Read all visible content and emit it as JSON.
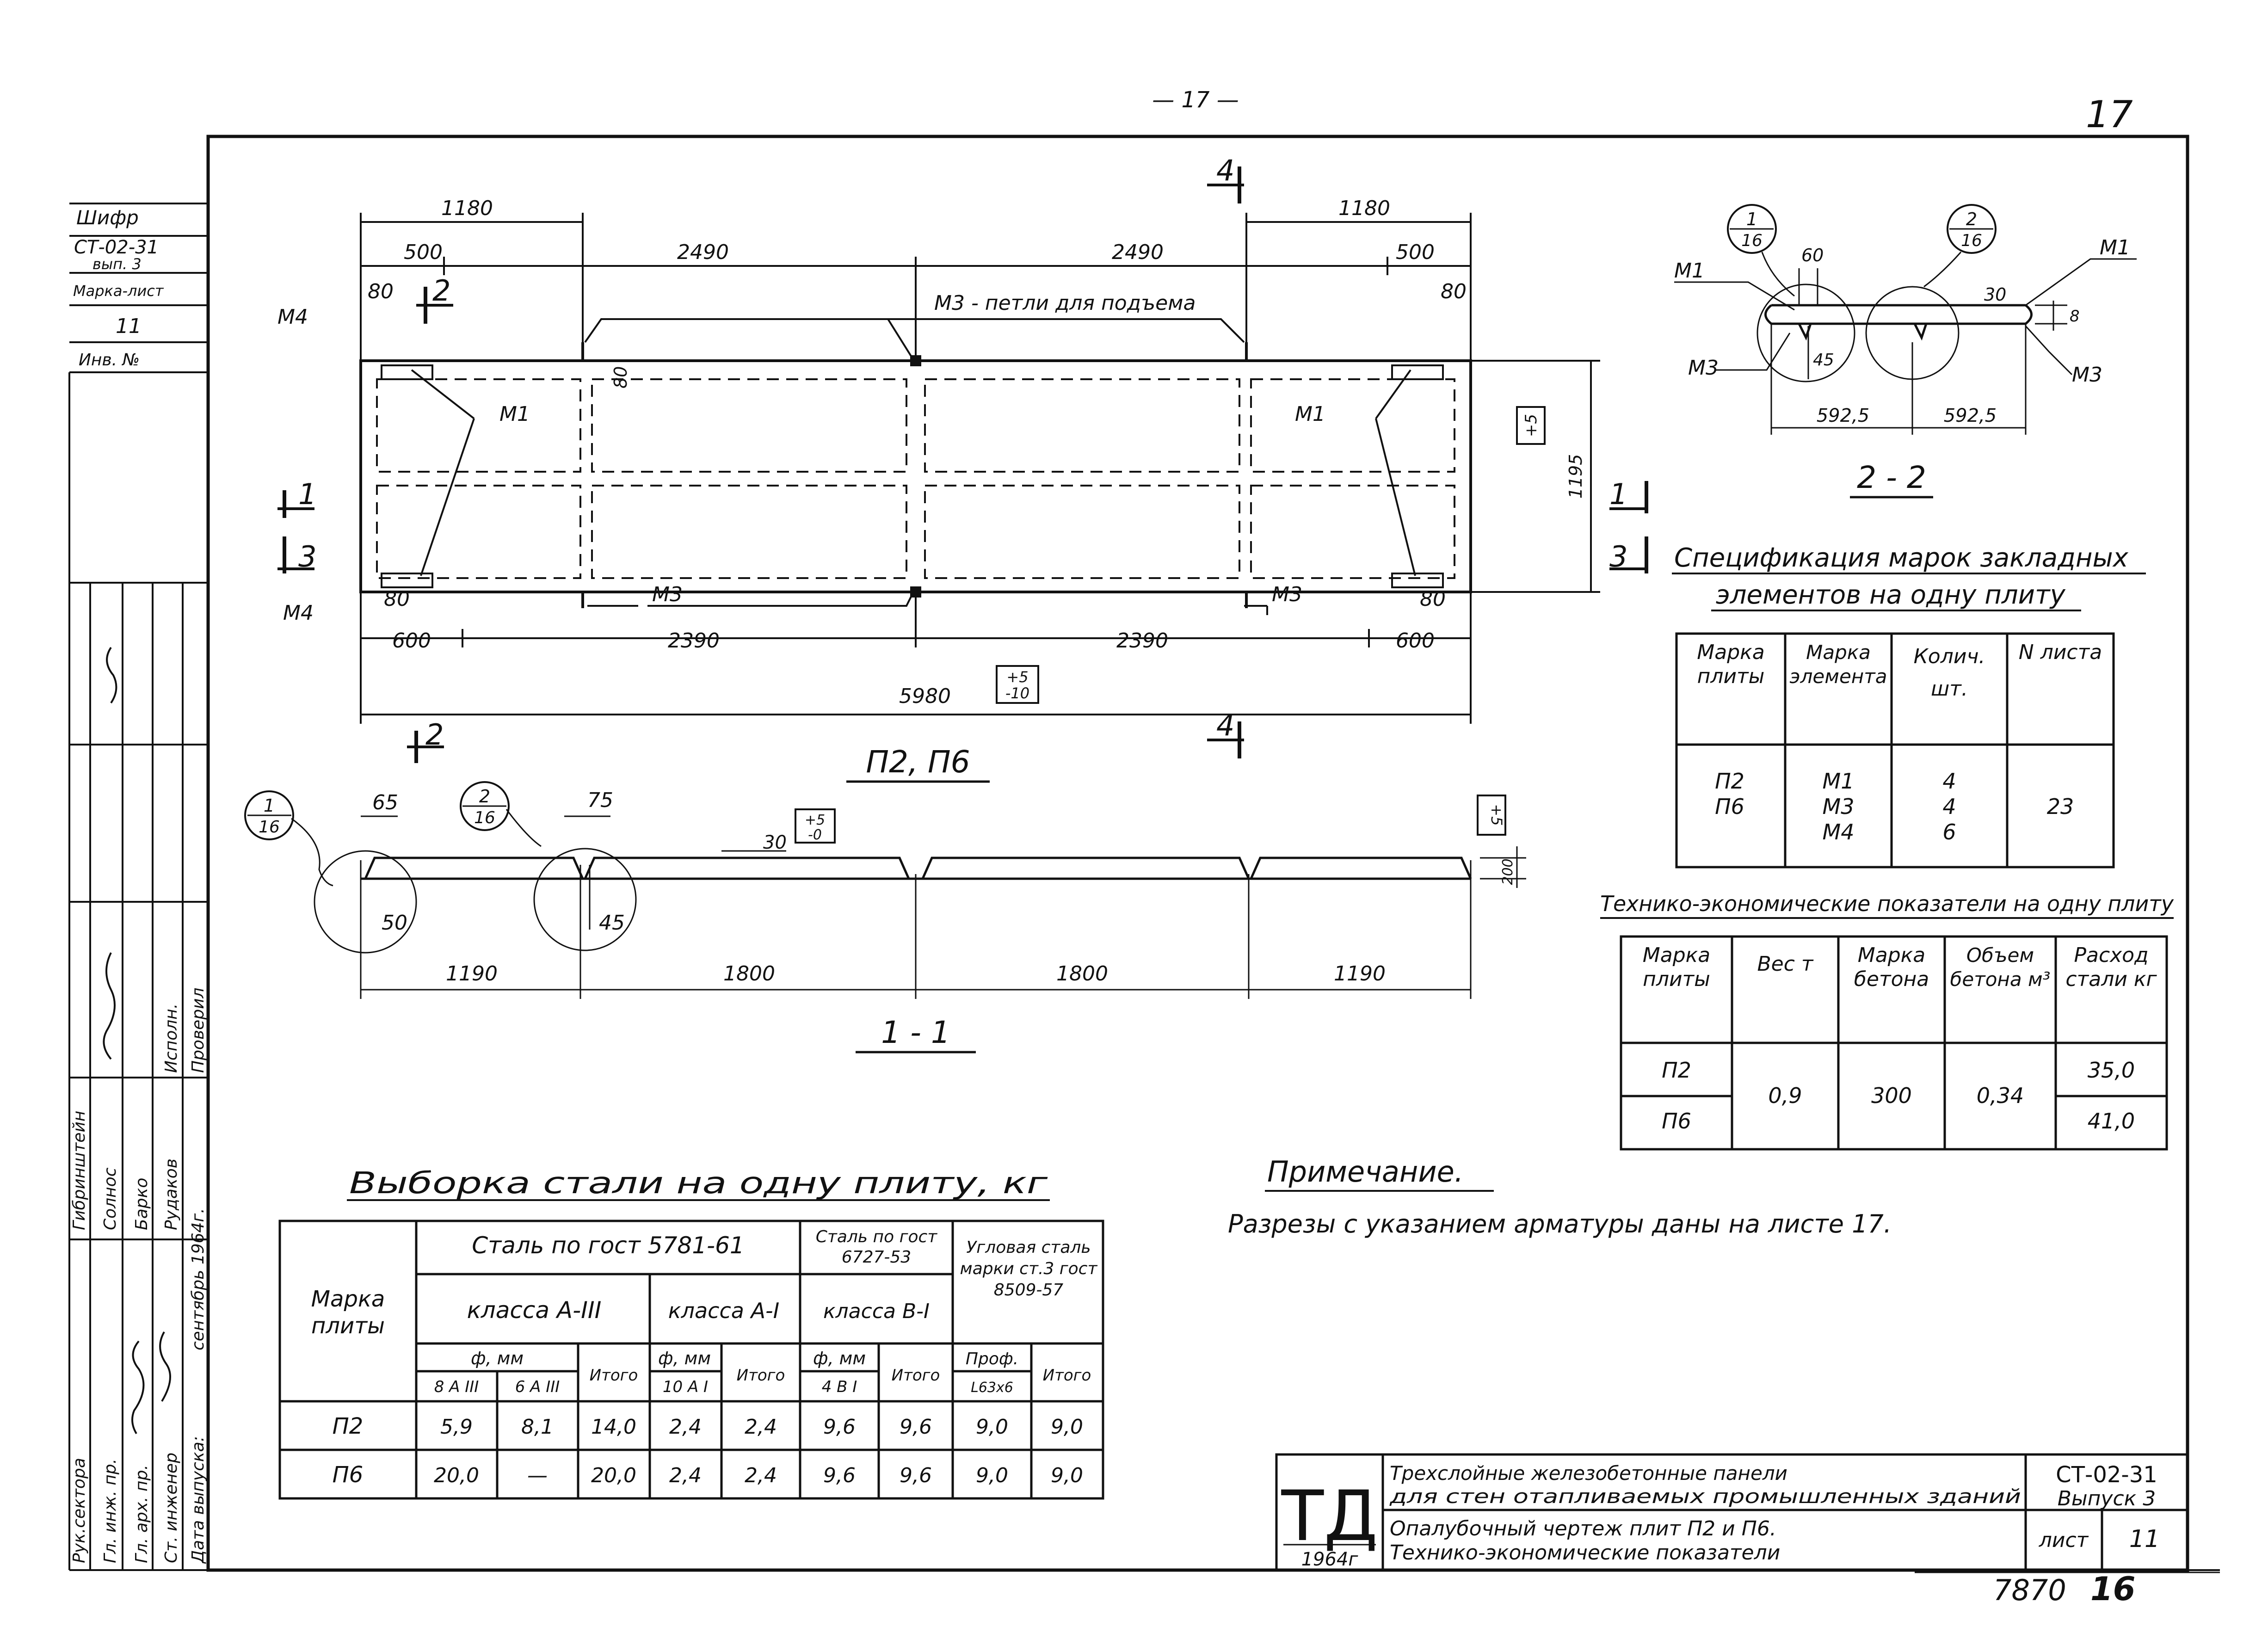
{
  "page": {
    "top_mark": "— 17 —",
    "corner_number": "17"
  },
  "stamp": {
    "cipher_label": "Шифр",
    "cipher_value": "СТ-02-31",
    "issue_label": "вып. 3",
    "sheet_mark_label": "Марка-лист",
    "sheet_mark_value": "11",
    "inv_label": "Инв. №",
    "roles": [
      "Рук.сектора",
      "Гл. инж. пр.",
      "Гл. арх. пр.",
      "Ст. инженер",
      "Дата выпуска:"
    ],
    "names": [
      "Гибринштейн",
      "Солнос",
      "Барко",
      "Рудаков",
      "сентябрь 1964г."
    ],
    "extra_labels": [
      "Проверил",
      "Исполн."
    ]
  },
  "plan": {
    "title": "П2, П6",
    "dims_top": [
      "1180",
      "1180",
      "500",
      "2490",
      "2490",
      "500",
      "80",
      "80"
    ],
    "dims_bottom": [
      "80",
      "80",
      "600",
      "2390",
      "2390",
      "600",
      "5980"
    ],
    "tolerance_length": [
      "+5",
      "-10"
    ],
    "height": "1195",
    "tolerance_height": "+5",
    "m3_caption": "М3 - петли для подъема",
    "dim_80": "80",
    "labels": [
      "М4",
      "М4",
      "М1",
      "М1",
      "М3",
      "М3"
    ],
    "cuts": [
      "1",
      "1",
      "2",
      "2",
      "3",
      "3",
      "4",
      "4"
    ]
  },
  "section_11": {
    "title": "1 - 1",
    "callouts": [
      {
        "num": "1",
        "den": "16"
      },
      {
        "num": "2",
        "den": "16"
      }
    ],
    "dims_top": [
      "65",
      "75",
      "30"
    ],
    "tolerance_top": [
      "+5",
      "-0"
    ],
    "dims_detail": [
      "50",
      "45"
    ],
    "dims_bottom": [
      "1190",
      "1800",
      "1800",
      "1190"
    ],
    "tolerance_right": "+5",
    "dim_right": "200"
  },
  "section_22": {
    "title": "2 - 2",
    "callouts": [
      {
        "num": "1",
        "den": "16"
      },
      {
        "num": "2",
        "den": "16"
      }
    ],
    "dims": [
      "60",
      "30",
      "45",
      "8"
    ],
    "dims_bottom": [
      "592,5",
      "592,5"
    ],
    "labels": [
      "М1",
      "М1",
      "М3",
      "М3"
    ]
  },
  "spec_table": {
    "title_line1": "Спецификация марок закладных",
    "title_line2": "элементов на одну плиту",
    "headers": [
      "Марка плиты",
      "Марка элемента",
      "Колич. шт.",
      "N листа"
    ],
    "plates": [
      "П2",
      "П6"
    ],
    "elements": [
      "М1",
      "М3",
      "М4"
    ],
    "counts": [
      "4",
      "4",
      "6"
    ],
    "sheet_no": "23"
  },
  "tech_table": {
    "title": "Технико-экономические показатели на одну плиту",
    "headers": [
      "Марка плиты",
      "Вес т",
      "Марка бетона",
      "Объем бетона м³",
      "Расход стали кг"
    ],
    "rows": [
      {
        "plate": "П2",
        "steel": "35,0"
      },
      {
        "plate": "П6",
        "steel": "41,0"
      }
    ],
    "weight": "0,9",
    "concrete_grade": "300",
    "concrete_volume": "0,34"
  },
  "steel_table": {
    "title": "Выборка стали на одну плиту, кг",
    "group_headers": [
      "Сталь по гост 5781-61",
      "Сталь по гост 6727-53",
      "Угловая сталь марки ст.3 гост 8509-57"
    ],
    "class_headers": [
      "класса А-III",
      "класса А-I",
      "класса В-I"
    ],
    "row_header": "Марка плиты",
    "diam_label": "ф, мм",
    "prof_label": "Проф.",
    "sub_headers": [
      "8 А III",
      "6 А III",
      "Итого",
      "10 А I",
      "Итого",
      "4 В I",
      "Итого",
      "L63х6",
      "Итого"
    ],
    "rows": [
      {
        "plate": "П2",
        "cells": [
          "5,9",
          "8,1",
          "14,0",
          "2,4",
          "2,4",
          "9,6",
          "9,6",
          "9,0",
          "9,0"
        ]
      },
      {
        "plate": "П6",
        "cells": [
          "20,0",
          "—",
          "20,0",
          "2,4",
          "2,4",
          "9,6",
          "9,6",
          "9,0",
          "9,0"
        ]
      }
    ]
  },
  "note": {
    "title": "Примечание.",
    "text": "Разрезы с указанием арматуры даны на листе 17."
  },
  "title_block": {
    "logo": "ТД",
    "year": "1964г",
    "title_line1": "Трехслойные железобетонные панели",
    "title_line2": "для стен отапливаемых промышленных зданий",
    "subtitle_line1": "Опалубочный чертеж плит П2 и П6.",
    "subtitle_line2": "Технико-экономические показатели",
    "code": "СТ-02-31",
    "issue": "Выпуск 3",
    "sheet_label": "лист",
    "sheet_no": "11"
  },
  "bottom_mark": {
    "number": "7870",
    "suffix": "16"
  }
}
